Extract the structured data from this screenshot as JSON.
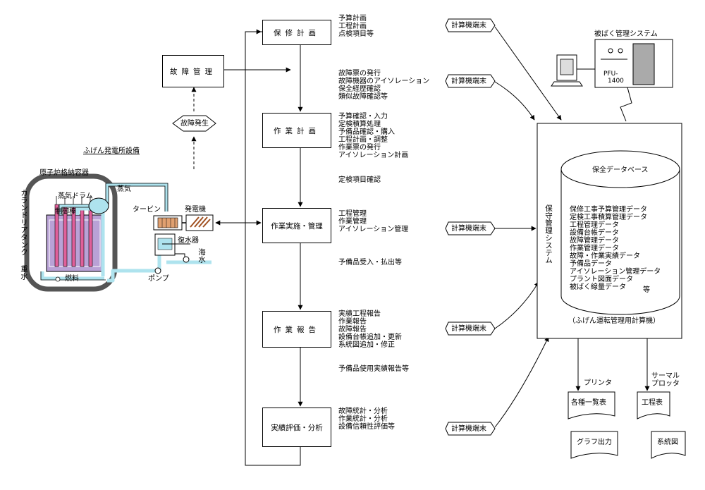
{
  "plant": {
    "title": "ふげん発電所設備",
    "containment": "原子炉格納容器",
    "steam": "蒸気",
    "steam_drum": "蒸気ドラム",
    "control_rod": "制御棒",
    "turbine": "タービン",
    "generator": "発電機",
    "condenser": "復水器",
    "seawater": "海水",
    "calandria": "カランドリアタンク",
    "heavy_water": "重水",
    "fuel": "燃料",
    "pump": "ポンプ"
  },
  "fault": {
    "event": "故障発生",
    "management": "故障管理",
    "notes": [
      "故障票の発行",
      "故障機器のアイソレーション",
      "保全経歴確認",
      "類似故障確認等"
    ]
  },
  "flow": [
    {
      "label": "保修計画",
      "notes": [
        "予算計画",
        "工程計画",
        "点検項目等"
      ]
    },
    {
      "label": "作業計画",
      "notes": [
        "予算確認・入力",
        "定検積算処理",
        "予備品確認・購入",
        "工程計画・調整",
        "作業票の発行",
        "アイソレーション計画"
      ]
    },
    {
      "label": "作業実施・管理",
      "notes": [
        "工程管理",
        "作業管理",
        "アイソレーション管理"
      ]
    },
    {
      "label": "作業報告",
      "notes": [
        "実績工程報告",
        "作業報告",
        "故障報告",
        "設備台帳追加・更新",
        "系統図追加・修正"
      ]
    },
    {
      "label": "実績評価・分析",
      "notes": [
        "故障統計・分析",
        "作業統計・分析",
        "設備信頼性評価等"
      ]
    }
  ],
  "between_notes": [
    "定検項目確認",
    "予備品受入・払出等",
    "予備品使用実績報告等"
  ],
  "terminal_label": "計算機端末",
  "exposure": {
    "title": "被ばく管理システム",
    "model": [
      "PFU-",
      "1400"
    ]
  },
  "system": {
    "label": "保守管理システム",
    "db_title": "保全データベース",
    "db_items": [
      "保修工事予算管理データ",
      "定検工事積算管理データ",
      "工程管理データ",
      "設備台帳データ",
      "故障管理データ",
      "作業管理データ",
      "故障・作業実績データ",
      "予備品データ",
      "アイソレーション管理データ",
      "プラント図面データ",
      "被ばく線量データ"
    ],
    "db_etc": "等",
    "computer": "（ふげん運転管理用計算機）"
  },
  "outputs": {
    "printer": "プリンタ",
    "plotter": [
      "サーマル",
      "プロッタ"
    ],
    "list": "各種一覧表",
    "schedule": "工程表",
    "graph": "グラフ出力",
    "system_diagram": "系統図"
  },
  "colors": {
    "water": "#aee3ee",
    "core": "#b9a2d6",
    "rod": "#e0609a",
    "turbine": "#e0a070",
    "vessel": "#555555"
  }
}
